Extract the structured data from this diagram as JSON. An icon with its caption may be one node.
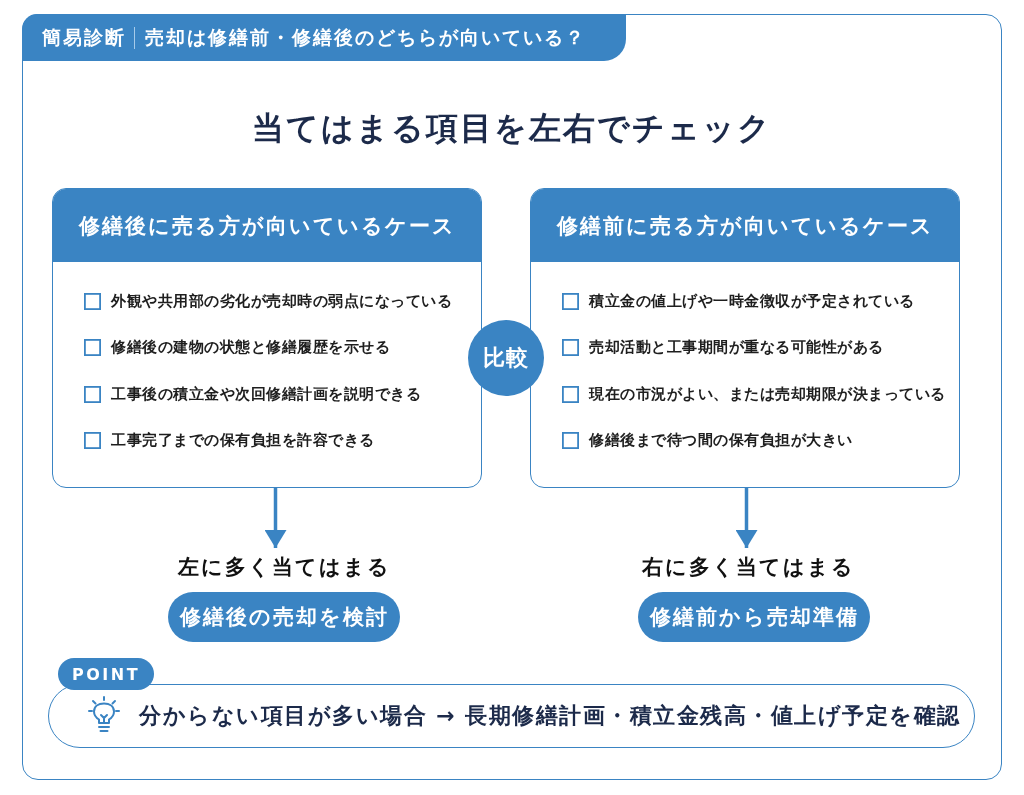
{
  "diagram": {
    "title": "当てはまる項目を左右でチェック",
    "nodes": [
      {
        "text": [
          "簡易診断",
          "売却は修繕前・修繕後のどちらが向いている？"
        ]
      },
      {
        "text": [
          "修繕後に売る方が向いているケース",
          "外観や共用部の劣化が売却時の弱点になっている",
          "修繕後の建物の状態と修繕履歴を示せる",
          "工事後の積立金や次回修繕計画を説明できる",
          "工事完了までの保有負担を許容できる"
        ]
      },
      {
        "text": [
          "比較"
        ]
      },
      {
        "text": [
          "修繕前に売る方が向いているケース",
          "積立金の値上げや一時金徴収が予定されている",
          "売却活動と工事期間が重なる可能性がある",
          "現在の市況がよい、または売却期限が決まっている",
          "修繕後まで待つ間の保有負担が大きい"
        ]
      },
      {
        "text": [
          "左に多く当てはまる"
        ]
      },
      {
        "text": [
          "右に多く当てはまる"
        ]
      },
      {
        "text": [
          "修繕後の売却を検討"
        ]
      },
      {
        "text": [
          "修繕前から売却準備"
        ]
      },
      {
        "text": [
          "POINT"
        ]
      },
      {
        "text": [
          "分からない項目が多い場合 → 長期修繕計画・積立金残高・値上げ予定を確認"
        ]
      }
    ],
    "edges": [
      {
        "from": 1,
        "to": 4,
        "arrow": "to"
      },
      {
        "from": 3,
        "to": 5,
        "arrow": "to"
      }
    ]
  }
}
